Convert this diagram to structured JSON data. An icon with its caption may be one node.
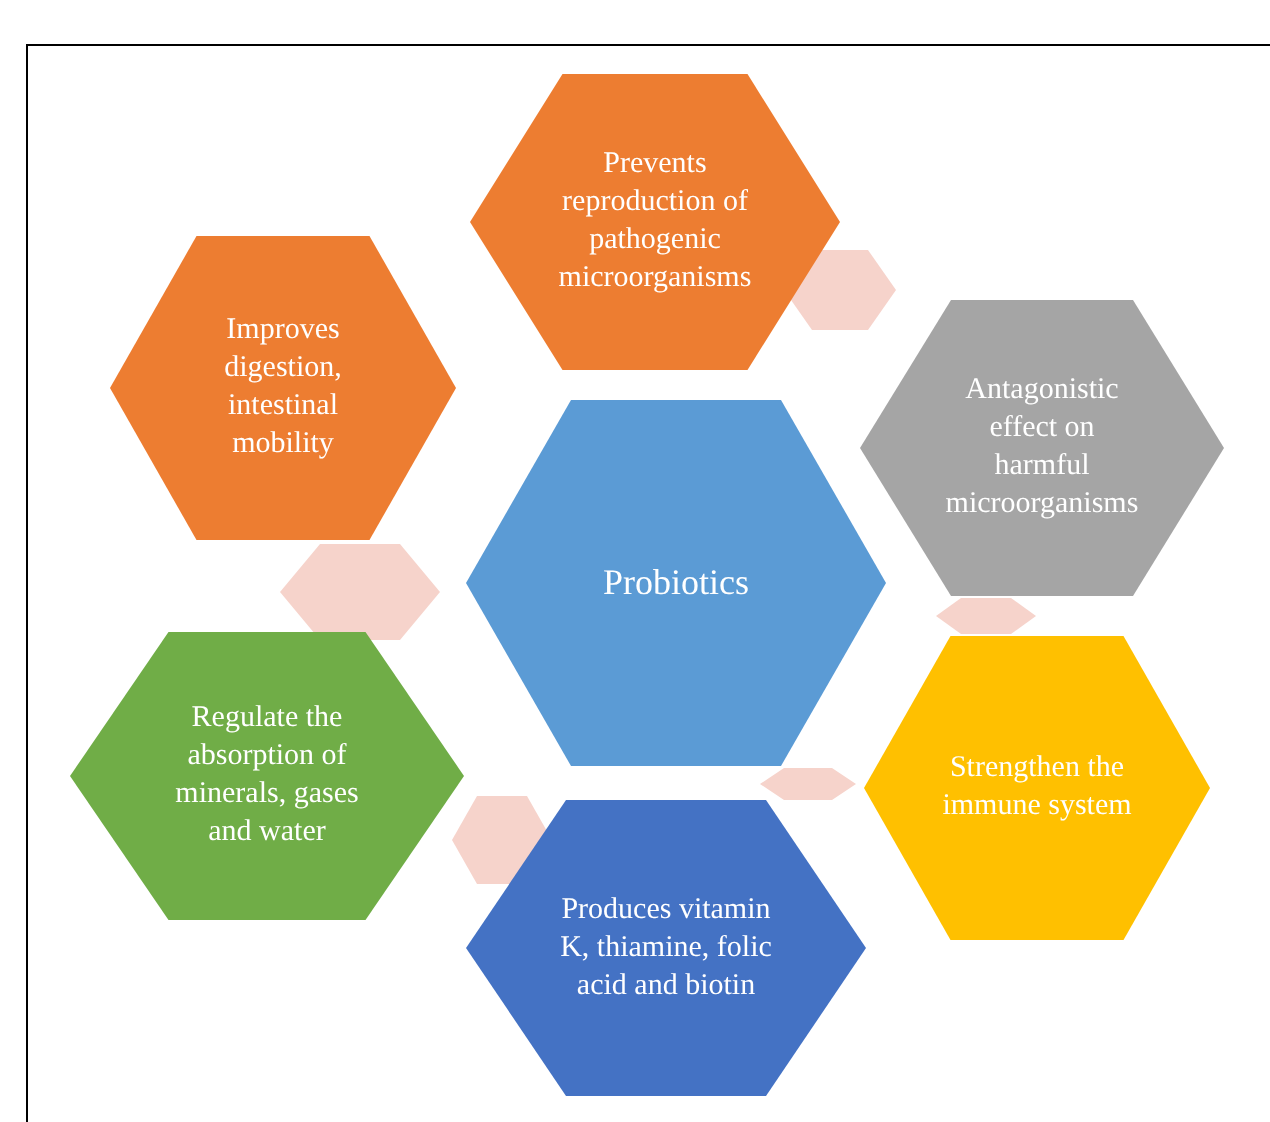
{
  "diagram": {
    "nodes": [
      {
        "text": [
          "Probiotics"
        ]
      },
      {
        "text": [
          "Prevents reproduction of pathogenic microorganisms"
        ]
      },
      {
        "text": [
          "Antagonistic effect on harmful microorganisms"
        ]
      },
      {
        "text": [
          "Strengthen the immune system"
        ]
      },
      {
        "text": [
          "Produces vitamin K, thiamine, folic acid and biotin"
        ]
      },
      {
        "text": [
          "Regulate the absorption of minerals, gases and water"
        ]
      },
      {
        "text": [
          "Improves digestion, intestinal mobility"
        ]
      },
      {
        "text": [],
        "shape": "hexagon"
      },
      {
        "text": [],
        "shape": "hexagon"
      },
      {
        "text": [],
        "shape": "hexagon"
      },
      {
        "text": [],
        "shape": "hexagon"
      },
      {
        "text": [],
        "shape": "hexagon"
      }
    ],
    "edges": []
  }
}
